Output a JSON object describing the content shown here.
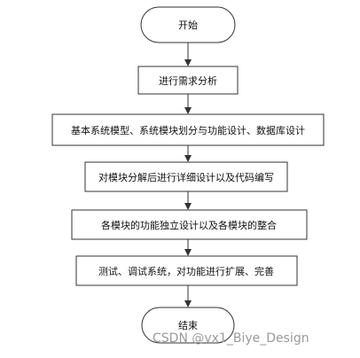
{
  "diagram": {
    "nodes": [
      {
        "id": "start",
        "shape": "terminal",
        "label": "开始"
      },
      {
        "id": "step1",
        "shape": "process",
        "label": "进行需求分析"
      },
      {
        "id": "step2",
        "shape": "process",
        "label": "基本系统模型、系统模块划分与功能设计、数据库设计"
      },
      {
        "id": "step3",
        "shape": "process",
        "label": "对模块分解后进行详细设计以及代码编写"
      },
      {
        "id": "step4",
        "shape": "process",
        "label": "各模块的功能独立设计以及各模块的整合"
      },
      {
        "id": "step5",
        "shape": "process",
        "label": "测试、调试系统，对功能进行扩展、完善"
      },
      {
        "id": "end",
        "shape": "terminal",
        "label": "结束"
      }
    ],
    "colors": {
      "box_stroke": "#333333",
      "box_fill": "#ffffff",
      "arrow": "#333333",
      "text": "#111111"
    }
  },
  "watermark": {
    "text": "CSDN @vx1_Biye_Design",
    "color": "#9a9a9a"
  }
}
